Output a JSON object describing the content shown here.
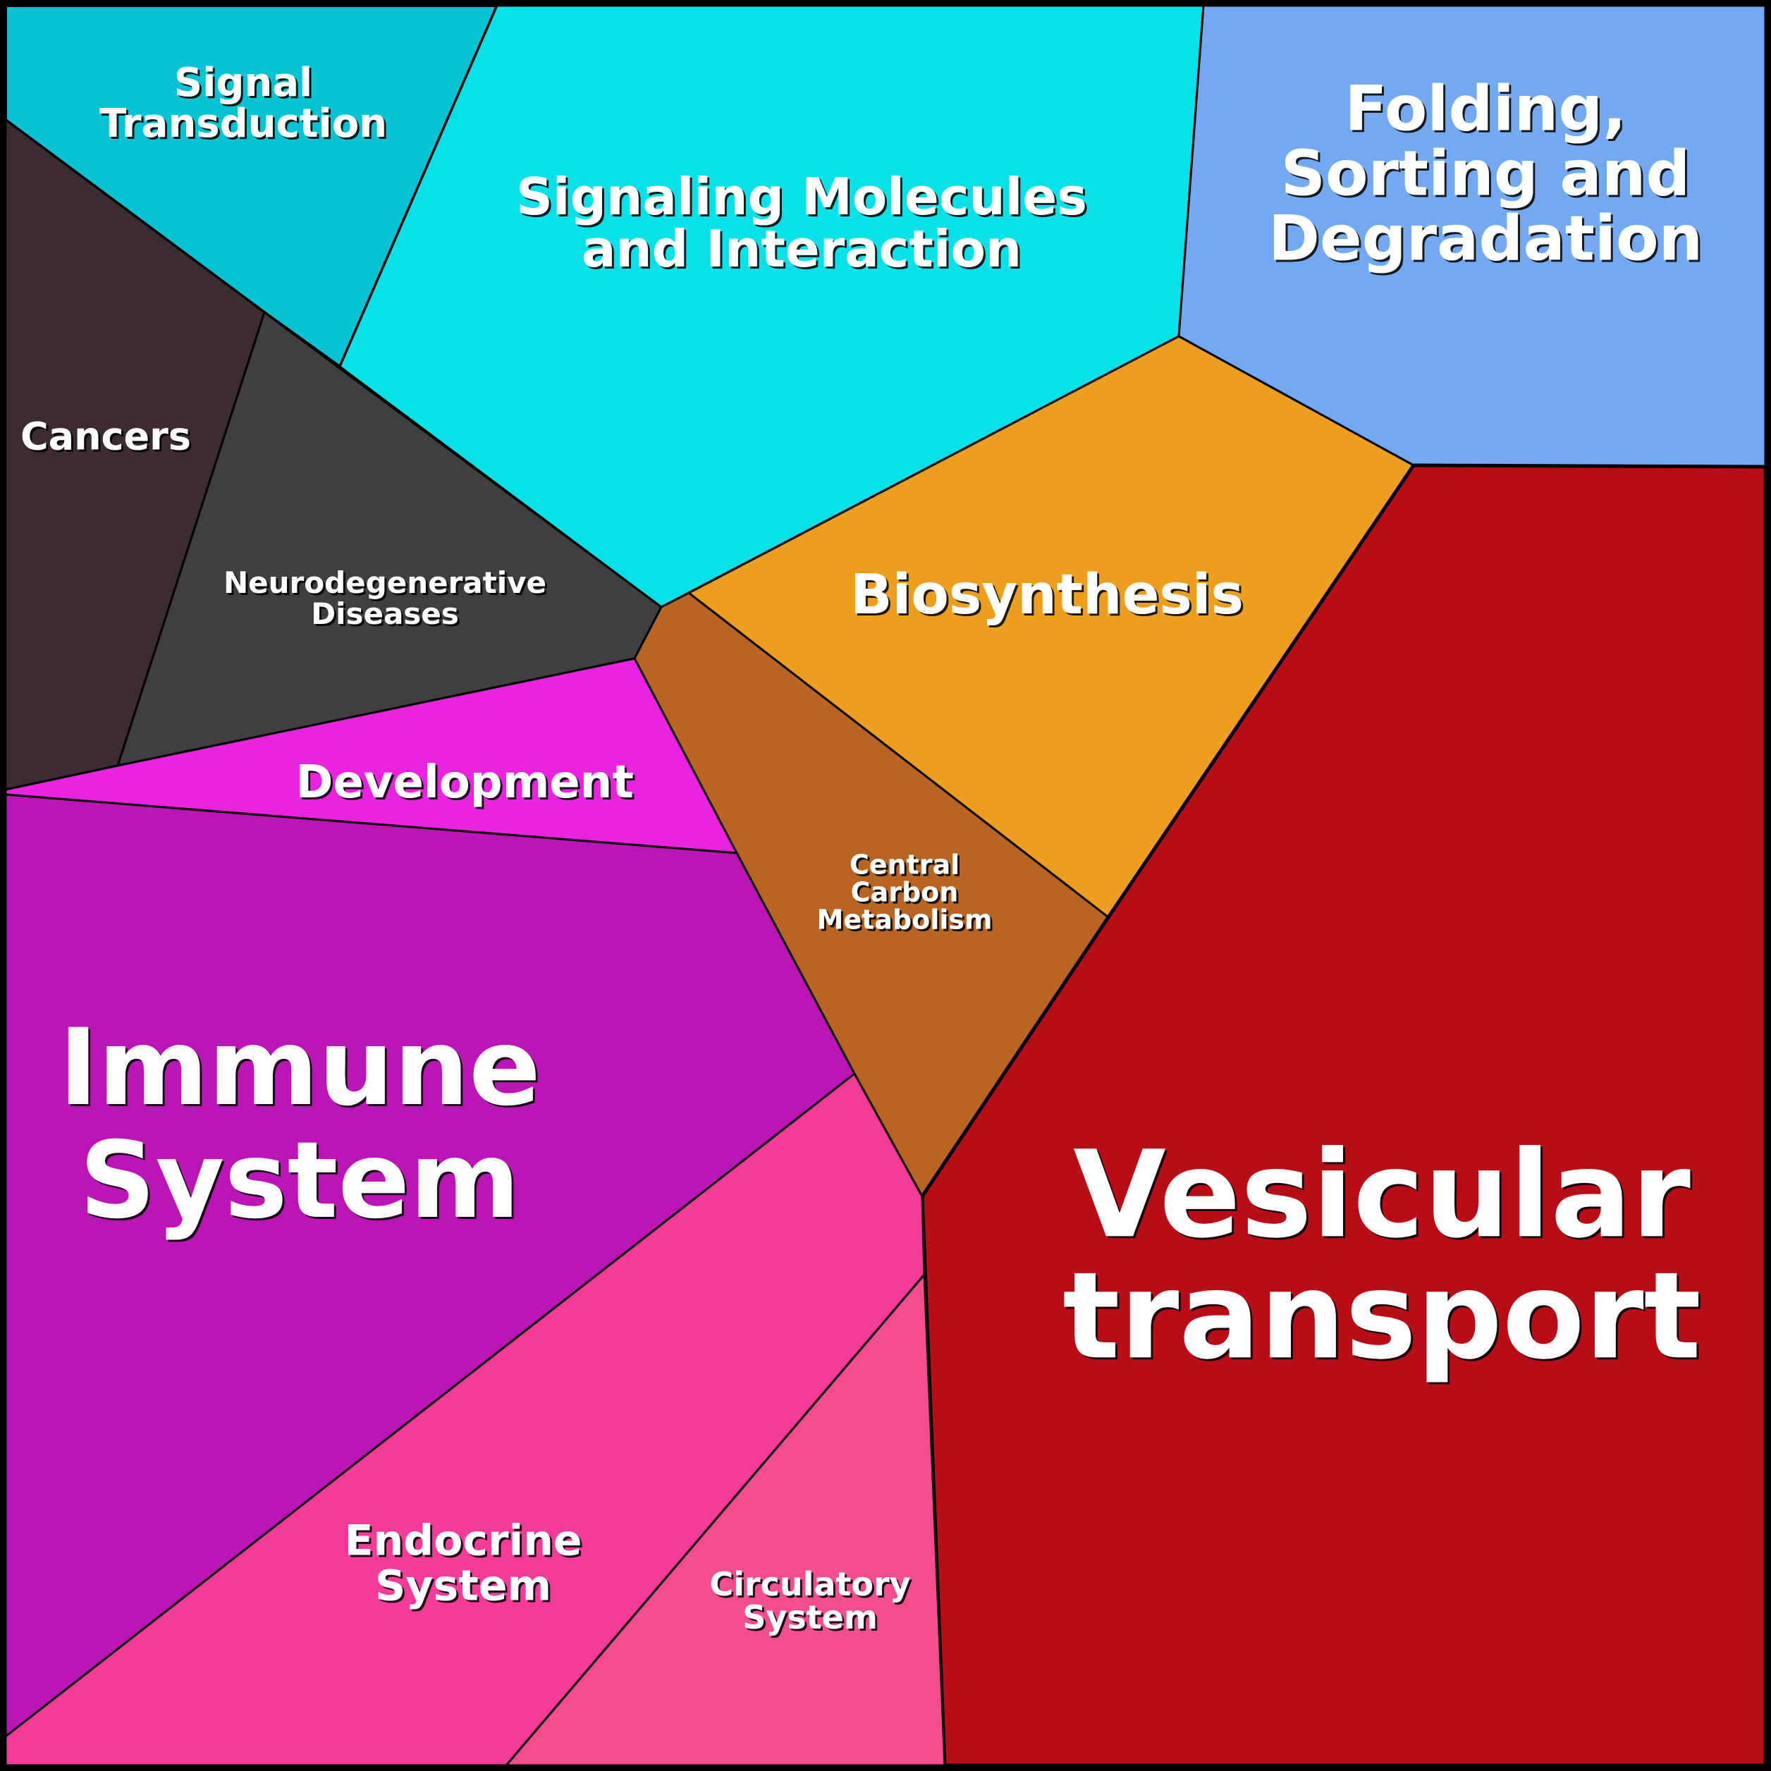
{
  "diagram": {
    "regions": [
      {
        "id": "signal-transduction",
        "label_lines": [
          "Signal",
          "Transduction"
        ],
        "color": "#06C3D4"
      },
      {
        "id": "signaling-molecules",
        "label_lines": [
          "Signaling Molecules",
          "and Interaction"
        ],
        "color": "#05E1E8"
      },
      {
        "id": "folding-sorting",
        "label_lines": [
          "Folding,",
          "Sorting and",
          "Degradation"
        ],
        "color": "#73A8F2"
      },
      {
        "id": "cancers",
        "label_lines": [
          "Cancers"
        ],
        "color": "#3B2B32"
      },
      {
        "id": "neurodegenerative",
        "label_lines": [
          "Neurodegenerative",
          "Diseases"
        ],
        "color": "#403E3F"
      },
      {
        "id": "biosynthesis",
        "label_lines": [
          "Biosynthesis"
        ],
        "color": "#ED9E1F"
      },
      {
        "id": "central-carbon",
        "label_lines": [
          "Central",
          "Carbon",
          "Metabolism"
        ],
        "color": "#B86523"
      },
      {
        "id": "development",
        "label_lines": [
          "Development"
        ],
        "color": "#EA23E0"
      },
      {
        "id": "immune-system",
        "label_lines": [
          "Immune",
          "System"
        ],
        "color": "#BC15B5"
      },
      {
        "id": "vesicular-transport",
        "label_lines": [
          "Vesicular",
          "transport"
        ],
        "color": "#B80D16"
      },
      {
        "id": "endocrine-system",
        "label_lines": [
          "Endocrine",
          "System"
        ],
        "color": "#F53A97"
      },
      {
        "id": "circulatory-system",
        "label_lines": [
          "Circulatory",
          "System"
        ],
        "color": "#F24D8F"
      }
    ]
  }
}
